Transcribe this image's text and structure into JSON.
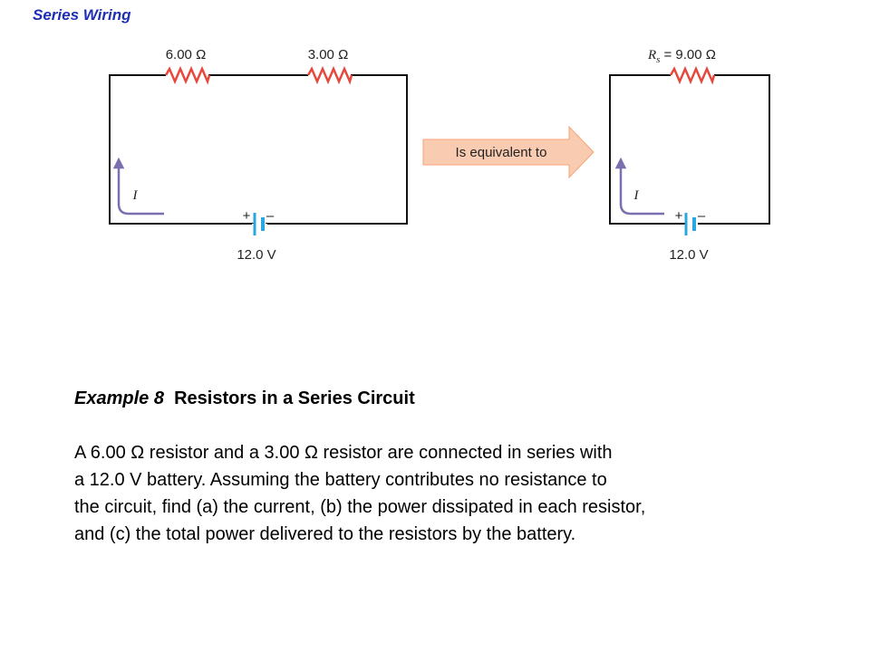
{
  "header": {
    "title": "Series Wiring"
  },
  "diagram": {
    "left_circuit": {
      "resistor1_label": "6.00 Ω",
      "resistor2_label": "3.00 Ω",
      "current_label": "I",
      "battery_label": "12.0 V",
      "plus_sign": "+",
      "minus_sign": "–"
    },
    "arrow": {
      "label": "Is equivalent to"
    },
    "right_circuit": {
      "resistor_symbol": "R",
      "resistor_subscript": "s",
      "resistor_value": "= 9.00 Ω",
      "current_label": "I",
      "battery_label": "12.0 V",
      "plus_sign": "+",
      "minus_sign": "–"
    },
    "colors": {
      "resistor": "#e8483c",
      "battery_plate": "#29a8e0",
      "current_arrow": "#7b6fb0",
      "arrow_fill": "#f9cbb0"
    }
  },
  "example": {
    "number": "Example 8",
    "title": "Resistors in a Series Circuit",
    "lines": [
      "A 6.00 Ω resistor and a 3.00 Ω resistor are connected in series with",
      "a 12.0 V battery.  Assuming the battery contributes no resistance to",
      "the circuit, find (a) the current, (b) the power dissipated in each resistor,",
      "and (c) the total power delivered to the resistors by the battery."
    ]
  }
}
